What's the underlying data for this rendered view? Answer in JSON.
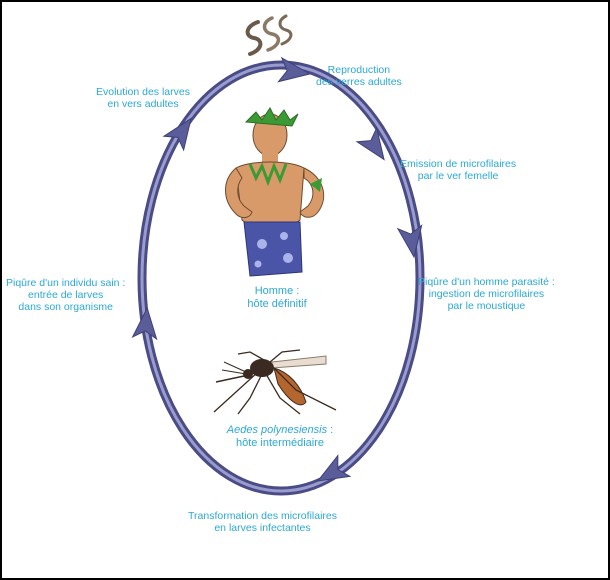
{
  "colors": {
    "text": "#2ba8d6",
    "cycle_ring": "#6d6fa8",
    "cycle_ring_dark": "#4a4c85",
    "arrow_head": "#5b5d9a",
    "loincloth": "#4a55a8",
    "skin": "#d99a6a",
    "leaves": "#3c9a35",
    "mosquito_body": "#3a2a22",
    "mosquito_abdomen": "#b5652e"
  },
  "steps": [
    {
      "id": "reproduction",
      "lines": [
        "Reproduction",
        "des verres adultes"
      ]
    },
    {
      "id": "emission",
      "lines": [
        "Emission de microfilaires",
        "par le ver femelle"
      ]
    },
    {
      "id": "ingestion",
      "lines": [
        "Piqûre d'un homme parasité :",
        "ingestion de microfilaires",
        "par le moustique"
      ]
    },
    {
      "id": "transformation",
      "lines": [
        "Transformation des microfilaires",
        "en larves infectantes"
      ]
    },
    {
      "id": "infection",
      "lines": [
        "Piqûre d'un individu sain :",
        "entrée de larves",
        "dans son organisme"
      ]
    },
    {
      "id": "evolution",
      "lines": [
        "Evolution des larves",
        "en vers adultes"
      ]
    }
  ],
  "hosts": {
    "definitive": {
      "line1": "Homme :",
      "line2": "hôte définitif"
    },
    "intermediate": {
      "line1": "Aedes polynesiensis",
      "line1_suffix": " :",
      "line2": "hôte intermédiaire"
    }
  },
  "icons": {
    "worm": "worm-icon",
    "human": "human-host-illustration",
    "mosquito": "mosquito-illustration",
    "arrow": "cycle-arrow-icon"
  }
}
